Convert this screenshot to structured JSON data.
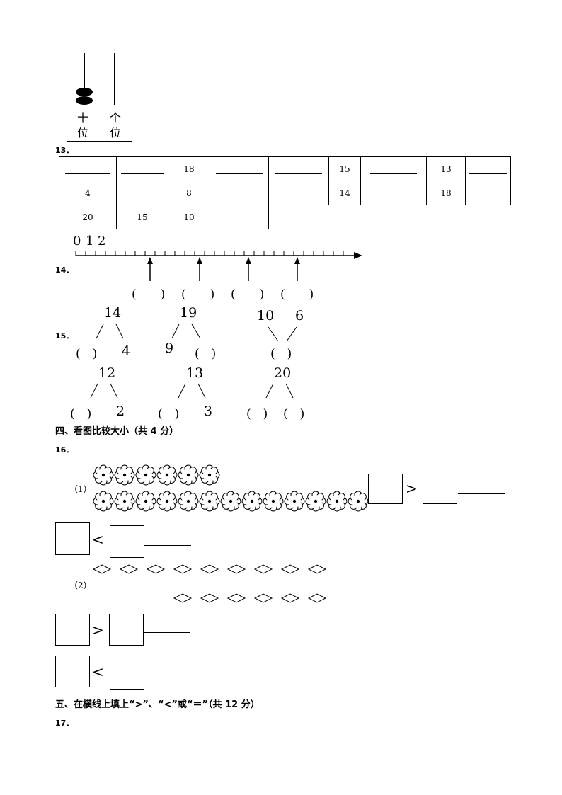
{
  "abacus": {
    "tens_label_line1": "十",
    "tens_label_line2": "位",
    "ones_label_line1": "个",
    "ones_label_line2": "位"
  },
  "q13": {
    "num": "13．",
    "rows": [
      [
        "",
        "",
        "18",
        "",
        "",
        "15",
        "",
        "13",
        ""
      ],
      [
        "4",
        "",
        "8",
        "",
        "",
        "14",
        "",
        "18",
        ""
      ],
      [
        "20",
        "15",
        "10",
        ""
      ]
    ]
  },
  "q14": {
    "num": "14．",
    "axis_labels": [
      "0",
      "1",
      "2"
    ],
    "parens": [
      "(　　)",
      "(　　)",
      "(　　)",
      "(　　)"
    ]
  },
  "q15": {
    "num": "15．",
    "bonds": [
      {
        "top": "14",
        "left": "(　)",
        "right": "4"
      },
      {
        "top": "19",
        "left": "9",
        "right": "(　)"
      },
      {
        "top_left": "10",
        "top_right": "6",
        "bottom": "(　)"
      },
      {
        "top": "12",
        "left": "(　)",
        "right": "2"
      },
      {
        "top": "13",
        "left": "(　)",
        "right": "3"
      },
      {
        "top": "20",
        "left": "(　)",
        "right": "(　)"
      }
    ]
  },
  "section4": {
    "title": "四、看图比较大小（共 4 分）"
  },
  "q16": {
    "num": "16．",
    "part1_label": "（1）",
    "part2_label": "（2）",
    "flowers_row1": 6,
    "flowers_row2": 13,
    "diamonds_row1": 9,
    "diamonds_row2": 6,
    "gt": ">",
    "lt": "<"
  },
  "section5": {
    "title": "五、在横线上填上“>”、“<”或“＝”（共 12 分）"
  },
  "q17": {
    "num": "17．"
  }
}
